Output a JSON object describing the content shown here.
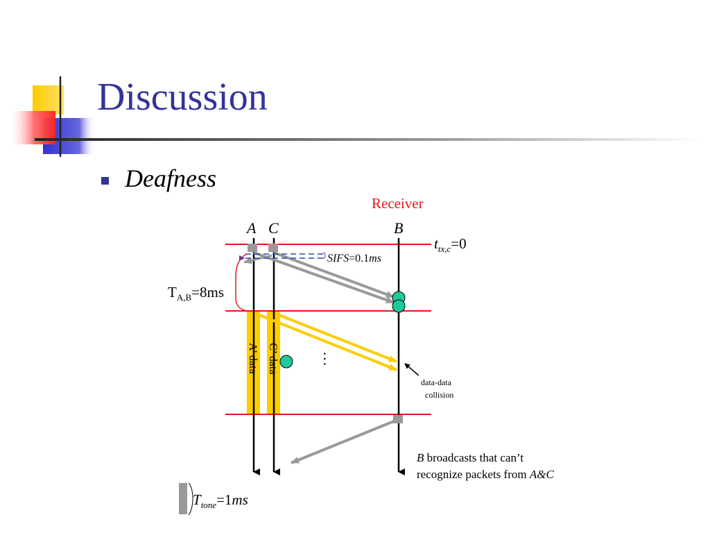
{
  "slide": {
    "title": "Discussion",
    "bullet": "Deafness"
  },
  "diagram": {
    "receiver_label": "Receiver",
    "nodes": [
      "A",
      "C",
      "B"
    ],
    "t_tx_c": {
      "t": "t",
      "sub": "tx,c",
      "value": "=0"
    },
    "sifs": {
      "name": "SIFS",
      "value": "=0.1",
      "unit": "ms"
    },
    "t_ab": {
      "t": "T",
      "sub": "A,B",
      "value": "=8ms"
    },
    "a_data": "A’ data",
    "c_data": "C’ data",
    "ellipsis": "…",
    "collision_line1": "data-data",
    "collision_line2": "collision",
    "broadcast_line1_node": "B",
    "broadcast_line1_rest": " broadcasts that can’t",
    "broadcast_line2_rest": "recognize packets from ",
    "broadcast_line2_nodes": "A&C",
    "t_tone": {
      "t": "T",
      "sub": "tone",
      "value": "=1",
      "unit": "ms"
    }
  },
  "colors": {
    "title": "#333399",
    "red_line": "#e8141e",
    "data_bar": "#ffcc00",
    "collision_marker": "#20c99a",
    "gray_arrow": "#999999",
    "sifs_dash": "#3344aa",
    "logo_yellow": "#ffcc00",
    "logo_red": "#ff3333",
    "logo_blue": "#3333cc"
  }
}
